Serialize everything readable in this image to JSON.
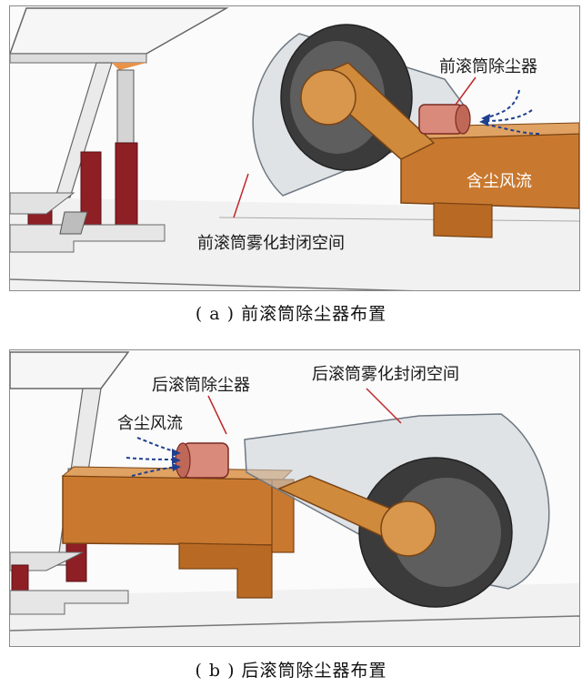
{
  "panel_a": {
    "caption": "( a ) 前滚筒除尘器布置",
    "label_dust_collector": "前滚筒除尘器",
    "label_airflow": "含尘风流",
    "label_enclosure": "前滚筒雾化封闭空间"
  },
  "panel_b": {
    "caption": "( b ) 后滚筒除尘器布置",
    "label_dust_collector": "后滚筒除尘器",
    "label_airflow": "含尘风流",
    "label_enclosure": "后滚筒雾化封闭空间"
  },
  "colors": {
    "body_orange": "#c9792f",
    "arm_orange": "#d08a3c",
    "leader_red": "#c0282a",
    "flow_blue": "#1f3f8f",
    "enclosure_gray": "#9aa3ad",
    "drum_dark": "#3b3b3b",
    "cylinder_red": "#8e1f25",
    "collector_pink": "#d98a7a"
  }
}
